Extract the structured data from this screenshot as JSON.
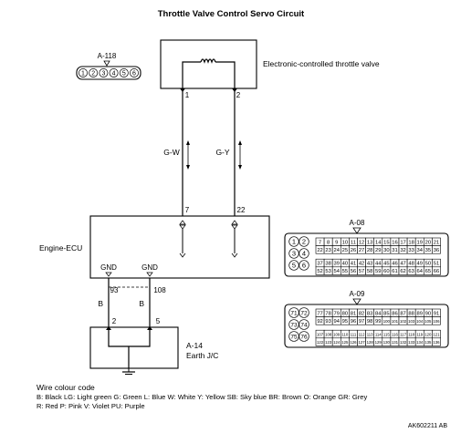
{
  "title": "Throttle Valve Control Servo Circuit",
  "components": {
    "throttle_valve": {
      "label": "Electronic-controlled throttle valve",
      "pin_left": "1",
      "pin_right": "2"
    },
    "ecu": {
      "label": "Engine-ECU",
      "pin_left": "7",
      "pin_right": "22",
      "gnd_left": "GND",
      "gnd_right": "GND",
      "gnd_pin_left": "93",
      "gnd_pin_right": "108"
    },
    "earth": {
      "id": "A-14",
      "label": "Earth J/C",
      "pin_left": "2",
      "pin_right": "5"
    }
  },
  "wires": {
    "left": "G-W",
    "right": "G-Y",
    "gnd_left": "B",
    "gnd_right": "B"
  },
  "connectors": {
    "a118": {
      "id": "A-118",
      "pins": [
        "1",
        "2",
        "3",
        "4",
        "5",
        "6"
      ]
    },
    "a08": {
      "id": "A-08",
      "left_pins": [
        "1",
        "2",
        "3",
        "4",
        "5",
        "6"
      ],
      "row1": [
        "7",
        "8",
        "9",
        "10",
        "11",
        "12",
        "13",
        "14",
        "15",
        "16",
        "17",
        "18",
        "19",
        "20",
        "21"
      ],
      "row2": [
        "22",
        "23",
        "24",
        "25",
        "26",
        "27",
        "28",
        "29",
        "30",
        "31",
        "32",
        "33",
        "34",
        "35",
        "36"
      ],
      "row3": [
        "37",
        "38",
        "39",
        "40",
        "41",
        "42",
        "43",
        "44",
        "45",
        "46",
        "47",
        "48",
        "49",
        "50",
        "51"
      ],
      "row4": [
        "52",
        "53",
        "54",
        "55",
        "56",
        "57",
        "58",
        "59",
        "60",
        "61",
        "62",
        "63",
        "64",
        "65",
        "66"
      ]
    },
    "a09": {
      "id": "A-09",
      "left_pins": [
        "71",
        "72",
        "73",
        "74",
        "75",
        "76"
      ],
      "row1": [
        "77",
        "78",
        "79",
        "80",
        "81",
        "82",
        "83",
        "84",
        "85",
        "86",
        "87",
        "88",
        "89",
        "90",
        "91"
      ],
      "row2": [
        "92",
        "93",
        "94",
        "95",
        "96",
        "97",
        "98",
        "99",
        "100",
        "101",
        "102",
        "103",
        "104",
        "105",
        "106"
      ],
      "row3": [
        "107",
        "108",
        "109",
        "110",
        "111",
        "112",
        "113",
        "114",
        "115",
        "116",
        "117",
        "118",
        "119",
        "120",
        "121"
      ],
      "row4": [
        "122",
        "123",
        "124",
        "125",
        "126",
        "127",
        "128",
        "129",
        "130",
        "131",
        "132",
        "133",
        "134",
        "135",
        "136"
      ]
    }
  },
  "legend": {
    "title": "Wire colour code",
    "line1": "B: Black  LG: Light green  G: Green  L: Blue  W: White  Y: Yellow  SB: Sky blue  BR: Brown  O: Orange  GR: Grey",
    "line2": "R: Red  P: Pink  V: Violet  PU: Purple"
  },
  "figure_id": "AK602211 AB"
}
